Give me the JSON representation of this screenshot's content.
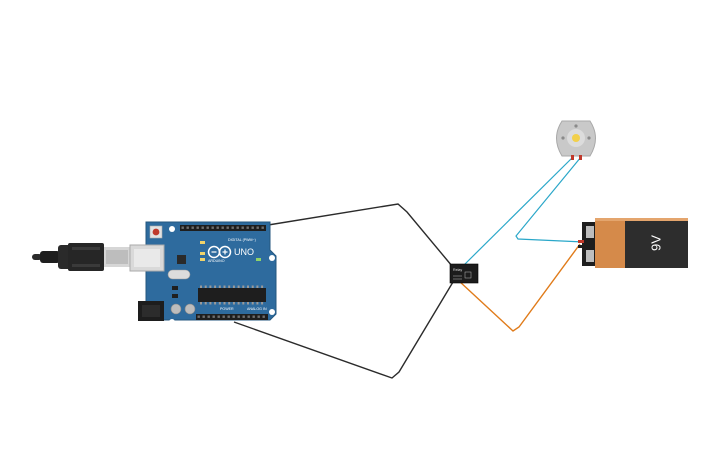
{
  "board": {
    "logo_text": "UNO",
    "brand_text": "ARDUINO",
    "digital_label": "DIGITAL (PWM~)",
    "power_label": "POWER",
    "analog_label": "ANALOG IN"
  },
  "relay": {
    "label": "Relay"
  },
  "battery": {
    "label": "9V"
  },
  "colors": {
    "board_blue": "#2e6b9e",
    "wire_black": "#2b2b2b",
    "wire_teal": "#2aa7c9",
    "wire_orange": "#e07b1a",
    "battery_orange": "#d58a4a",
    "battery_dark": "#2d2d2d",
    "motor_gray": "#c9c9c9",
    "motor_shaft": "#f2d04b"
  },
  "icons": {
    "reset": "reset-button-icon",
    "chip": "microcontroller-chip-icon",
    "usb": "usb-cable-icon",
    "power_jack": "dc-power-jack-icon"
  }
}
